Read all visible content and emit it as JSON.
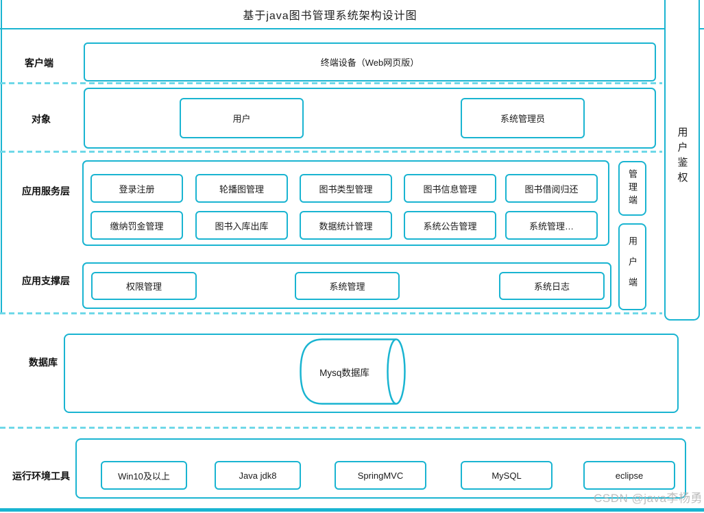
{
  "title": "基于java图书管理系统架构设计图",
  "rows": {
    "client": {
      "label": "客户端",
      "device": "终端设备（Web网页版）"
    },
    "object": {
      "label": "对象",
      "user": "用户",
      "admin": "系统管理员"
    },
    "service": {
      "label": "应用服务层",
      "row1": [
        "登录注册",
        "轮播图管理",
        "图书类型管理",
        "图书信息管理",
        "图书借阅归还"
      ],
      "row2": [
        "缴纳罚金管理",
        "图书入库出库",
        "数据统计管理",
        "系统公告管理",
        "系统管理…"
      ]
    },
    "support": {
      "label": "应用支撑层",
      "items": [
        "权限管理",
        "系统管理",
        "系统日志"
      ]
    },
    "database": {
      "label": "数据库",
      "db": "Mysq数据库"
    },
    "env": {
      "label": "运行环境工具",
      "items": [
        "Win10及以上",
        "Java jdk8",
        "SpringMVC",
        "MySQL",
        "eclipse"
      ]
    }
  },
  "right_rail": {
    "auth": "用户鉴权",
    "admin_side": "管理端",
    "user_side": "用户端"
  },
  "watermark": "CSDN @java李杨勇",
  "colors": {
    "accent": "#19b4d1",
    "dashed": "#6fd8e8",
    "text": "#1a1a1a",
    "watermark": "#b3b3b3"
  }
}
